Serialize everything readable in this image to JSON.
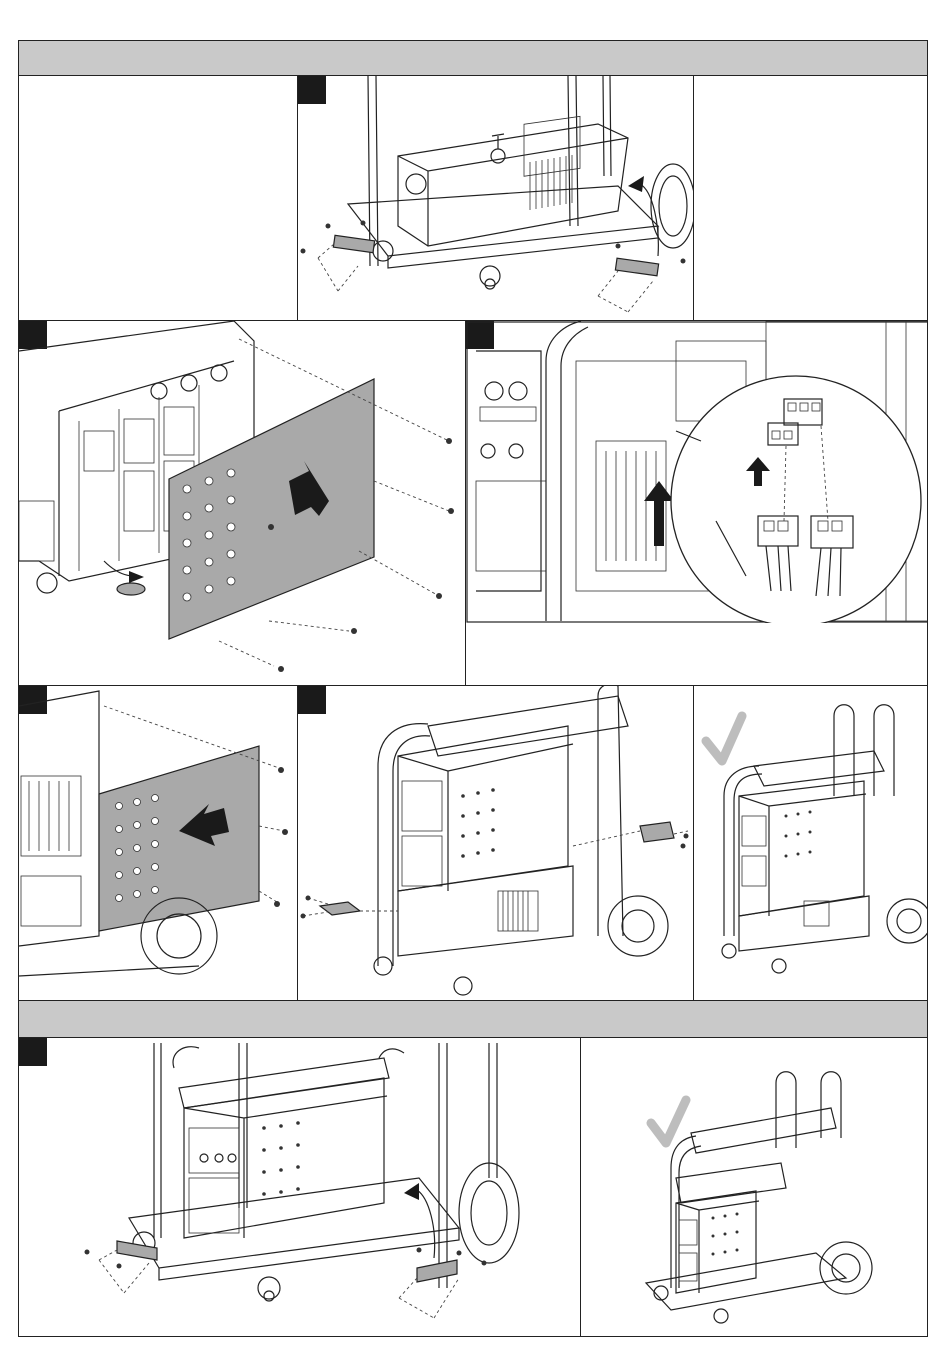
{
  "page": {
    "sections": [
      {
        "name": "section-header-top",
        "label": ""
      },
      {
        "name": "section-header-bottom",
        "label": ""
      }
    ]
  },
  "steps": [
    {
      "name": "remove-rear-brackets",
      "label": ""
    },
    {
      "name": "remove-side-panel",
      "label": ""
    },
    {
      "name": "connect-control-plug",
      "label": ""
    },
    {
      "name": "refit-side-panel",
      "label": ""
    },
    {
      "name": "fit-power-source-brackets",
      "label": ""
    },
    {
      "name": "complete-top",
      "label": ""
    },
    {
      "name": "fit-cart-brackets",
      "label": ""
    },
    {
      "name": "complete-bottom",
      "label": ""
    }
  ],
  "icons": {
    "step_marker": "step-number-box",
    "done_marker": "check-mark-icon",
    "arrow": "direction-arrow-icon",
    "screw": "screw-icon"
  },
  "colors": {
    "header_band": "#c9c9c9",
    "panel_fill": "#a9a9a9",
    "check_mark": "#bdbdbd",
    "step_marker": "#1a1a1a"
  }
}
